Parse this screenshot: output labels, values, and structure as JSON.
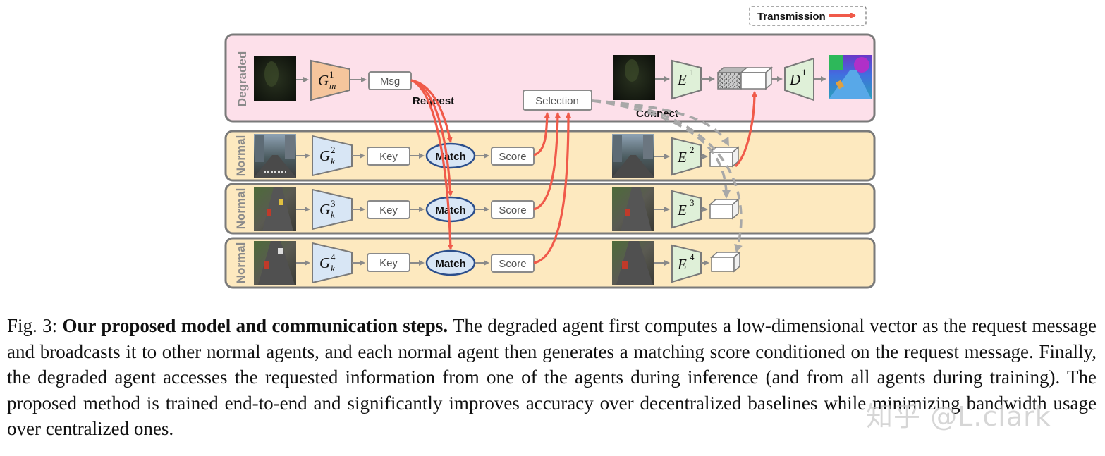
{
  "legend": {
    "label": "Transmission"
  },
  "rows": [
    {
      "label": "Degraded",
      "encoder": {
        "base": "G",
        "sup": "1",
        "sub": "m"
      },
      "message": "Msg"
    },
    {
      "label": "Normal",
      "encoder": {
        "base": "G",
        "sup": "2",
        "sub": "k"
      },
      "key": "Key",
      "match": "Match",
      "score": "Score",
      "feature_encoder": {
        "base": "E",
        "sup": "2"
      }
    },
    {
      "label": "Normal",
      "encoder": {
        "base": "G",
        "sup": "3",
        "sub": "k"
      },
      "key": "Key",
      "match": "Match",
      "score": "Score",
      "feature_encoder": {
        "base": "E",
        "sup": "3"
      }
    },
    {
      "label": "Normal",
      "encoder": {
        "base": "G",
        "sup": "4",
        "sub": "k"
      },
      "key": "Key",
      "match": "Match",
      "score": "Score",
      "feature_encoder": {
        "base": "E",
        "sup": "4"
      }
    }
  ],
  "degraded_right": {
    "feature_encoder": {
      "base": "E",
      "sup": "1"
    },
    "decoder": {
      "base": "D",
      "sup": "1"
    }
  },
  "selection": "Selection",
  "annotations": {
    "request": "Request",
    "connect": "Connect"
  },
  "colors": {
    "degraded_bg": "#fde0ea",
    "normal_bg": "#fde9bf",
    "panel_border": "#7a7a7a",
    "transmission_arrow": "#f05a4a",
    "dashed_arrow": "#a8a8a8",
    "encoder_g_degraded": "#f5c59c",
    "encoder_g_normal": "#d8e6f5",
    "encoder_e": "#dff0d8",
    "match_border": "#2c4f8c"
  },
  "caption": {
    "prefix": "Fig. 3: ",
    "bold": "Our proposed model and communication steps.",
    "text": " The degraded agent first computes a low-dimensional vector as the request message and broadcasts it to other normal agents, and each normal agent then generates a matching score conditioned on the request message. Finally, the degraded agent accesses the requested information from one of the agents during inference (and from all agents during training). The proposed method is trained end-to-end and significantly improves accuracy over decentralized baselines while minimizing bandwidth usage over centralized ones."
  },
  "watermark": "知乎 @L.clark"
}
